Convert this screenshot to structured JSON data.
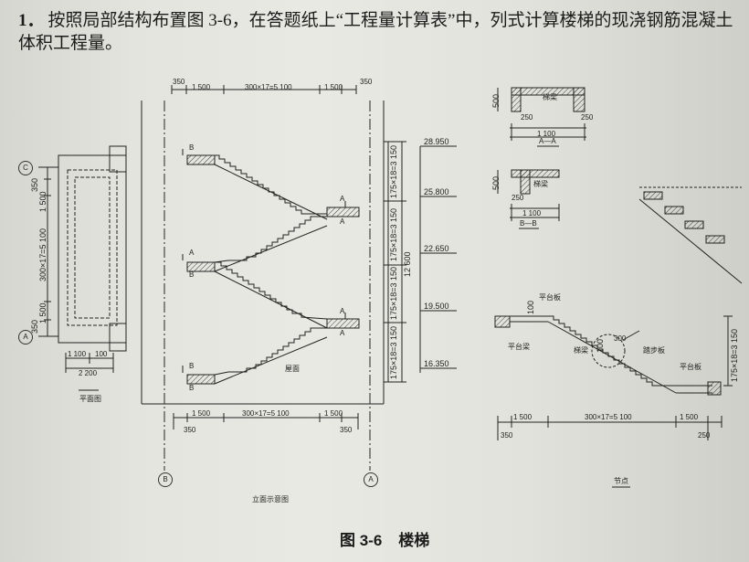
{
  "question": {
    "number": "1．",
    "text": "按照局部结构布置图 3-6，在答题纸上“工程量计算表”中，列式计算楼梯的现浇钢筋混凝土体积工程量。"
  },
  "figure": {
    "title_number": "图 3-6",
    "title_name": "楼梯"
  },
  "plan_view": {
    "caption": "平面图",
    "axis_top": "C",
    "axis_bottom": "A",
    "dims_vertical": [
      "350",
      "1 500",
      "300×17=5 100",
      "1 500",
      "350"
    ],
    "dims_horizontal": [
      "1 100",
      "100",
      "2 200"
    ]
  },
  "elevation_view": {
    "caption": "立面示意图",
    "axis_left": "B",
    "axis_right": "A",
    "dims_top": [
      "350",
      "1 500",
      "300×17=5 100",
      "1 500",
      "350"
    ],
    "dims_bottom": [
      "350",
      "1 500",
      "300×17=5 100",
      "1 500",
      "350"
    ],
    "elevations": [
      "28.950",
      "25.800",
      "22.650",
      "19.500",
      "16.350"
    ],
    "riser_dims": [
      "175×18=3 150",
      "175×18=3 150",
      "175×18=3 150",
      "175×18=3 150"
    ],
    "total_height": "12 600",
    "marks_b": "B",
    "marks_a": "A",
    "floor_label": "屋面"
  },
  "section_aa": {
    "caption": "A—A",
    "label_beam": "梯梁",
    "dims": [
      "250",
      "1 100",
      "250",
      "500"
    ]
  },
  "section_bb": {
    "caption": "B—B",
    "label_beam": "梯梁",
    "dims": [
      "250",
      "1 100",
      "500"
    ]
  },
  "node_detail": {
    "caption": "节点",
    "labels": {
      "landing_slab_1": "平台板",
      "landing_beam": "平台梁",
      "stair_beam": "梯梁",
      "step_slab": "踏步板",
      "landing_slab_2": "平台板",
      "dim_100": "100",
      "dim_300": "300",
      "dim_100b": "100"
    },
    "dims_bottom": [
      "1 500",
      "300×17=5 100",
      "1 500"
    ],
    "dims_edge": [
      "350",
      "250"
    ],
    "vertical_dim": "175×18=3 150"
  },
  "colors": {
    "ink": "#1f1f1f",
    "paper": "#e6e6e1",
    "hatch": "#3a3a3a"
  }
}
